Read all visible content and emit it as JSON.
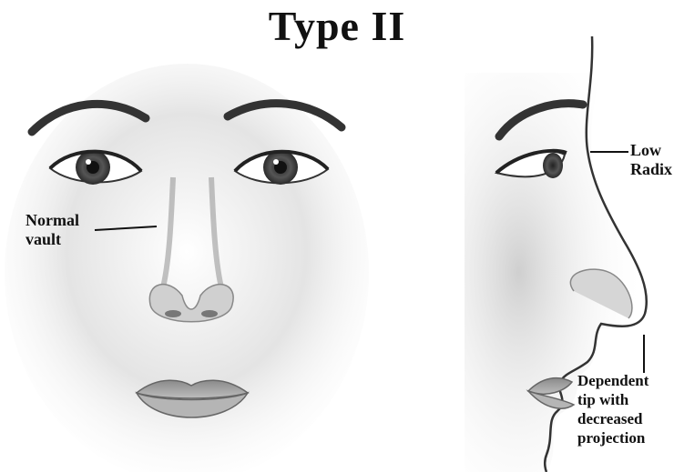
{
  "title": "Type II",
  "labels": {
    "normal_vault": [
      "Normal",
      "vault"
    ],
    "low_radix": [
      "Low",
      "Radix"
    ],
    "dependent_tip": [
      "Dependent",
      "tip with",
      "decreased",
      "projection"
    ]
  }
}
